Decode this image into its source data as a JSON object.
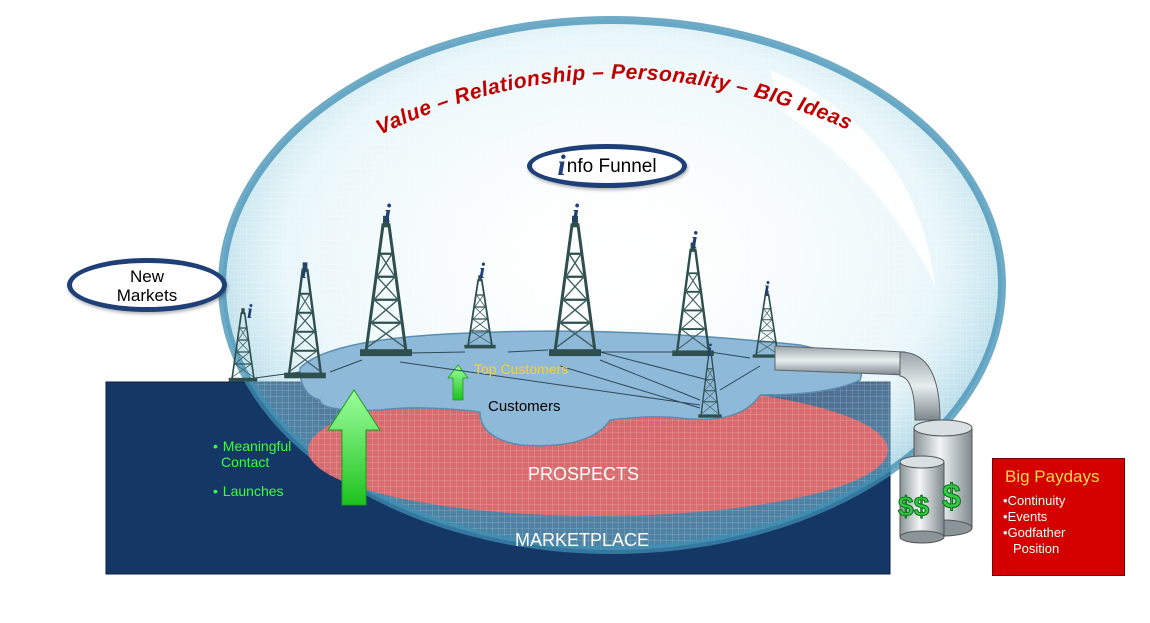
{
  "headline": "Value – Relationship – Personality – BIG Ideas",
  "bubble_labels": {
    "new_markets_line1": "New",
    "new_markets_line2": "Markets",
    "info_funnel_i": "i",
    "info_funnel_rest": "nfo Funnel"
  },
  "rig_letter": "i",
  "zones": {
    "top_customers": "Top Customers",
    "customers": "Customers",
    "prospects": "PROSPECTS",
    "marketplace": "MARKETPLACE"
  },
  "actions": {
    "meaningful_line1": "Meaningful",
    "meaningful_line2": "Contact",
    "launches": "Launches"
  },
  "paydays": {
    "title": "Big Paydays",
    "item1": "Continuity",
    "item2": "Events",
    "item3_line1": "Godfather",
    "item3_line2": "Position"
  },
  "cans": {
    "small": "$$",
    "large": "$"
  },
  "colors": {
    "headline_red": "#c00000",
    "navy": "#143766",
    "prospect_red": "#e46a6a",
    "customer_blue": "#8fb9d8",
    "action_green": "#3cff3c",
    "top_customers_yellow": "#ffd21a",
    "dollar_green": "#2ecc40"
  }
}
